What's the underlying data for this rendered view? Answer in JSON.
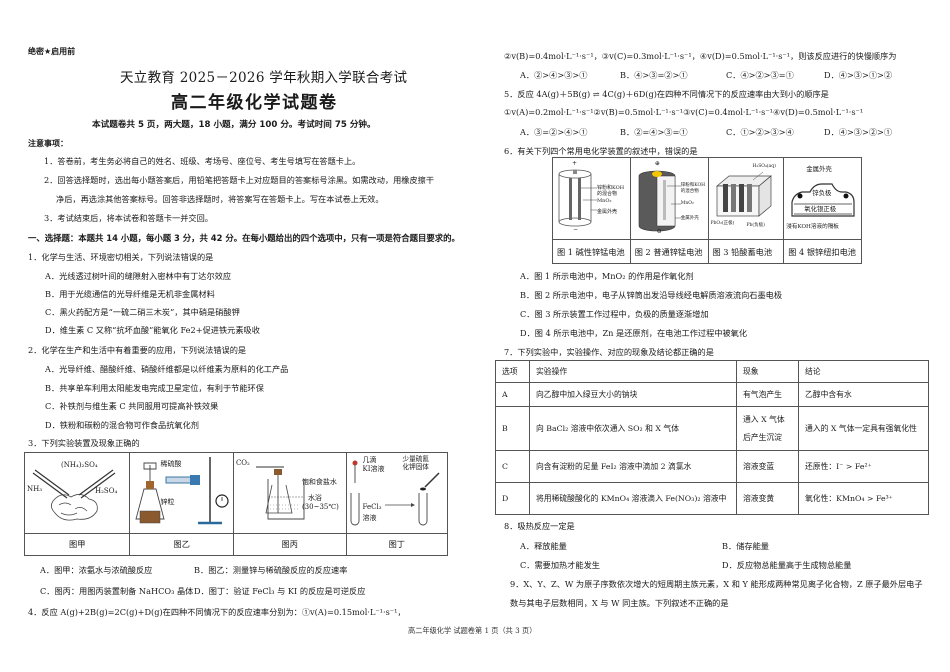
{
  "header": {
    "secret_mark": "绝密★启用前",
    "exam_title": "天立教育 2025－2026 学年秋期入学联合考试",
    "subject_title": "高二年级化学试题卷",
    "info": "本试题卷共 5 页，两大题，18 小题，满分 100 分。考试时间 75 分钟。"
  },
  "notice": {
    "heading": "注意事项：",
    "items": [
      "1．答卷前，考生务必将自己的姓名、班级、考场号、座位号、考生号填写在答题卡上。",
      "2．回答选择题时，选出每小题答案后，用铅笔把答题卡上对应题目的答案标号涂黑。如需改动，用橡皮擦干",
      "净后，再选涂其他答案标号。回答非选择题时，将答案写在答题卡上。写在本试卷上无效。",
      "3．考试结束后，将本试卷和答题卡一并交回。"
    ]
  },
  "section1": {
    "heading": "一、选择题：本题共 14 小题，每小题 3 分，共 42 分。在每小题给出的四个选项中，只有一项是符合题目要求的。"
  },
  "q1": {
    "stem": "1．化学与生活、环境密切相关，下列说法错误的是",
    "options": [
      "A．光线透过树叶间的缝隙射入密林中有丁达尔效应",
      "B．用于光缆通信的光导纤维是无机非金属材料",
      "C．黑火药配方是“一硫二硝三木炭”，其中硝是硝酸钾",
      "D．维生素 C 又称“抗坏血酸”能氧化 Fe2+促进铁元素吸收"
    ]
  },
  "q2": {
    "stem": "2．化学在生产和生活中有着重要的应用，下列说法错误的是",
    "options": [
      "A．光导纤维、醋酸纤维、硝酸纤维都是以纤维素为原料的化工产品",
      "B．共享单车利用太阳能发电完成卫星定位，有利于节能环保",
      "C．补铁剂与维生素 C 共同服用可提高补铁效果",
      "D．铁粉和碳粉的混合物可作食品抗氧化剂"
    ]
  },
  "q3": {
    "stem": "3．下列实验装置及现象正确的",
    "figures": [
      {
        "caption": "图甲",
        "labels": [
          "(NH₄)₂SO₄",
          "NH₃",
          "H₂SO₄"
        ]
      },
      {
        "caption": "图乙",
        "labels": [
          "稀硫酸",
          "锌粒"
        ]
      },
      {
        "caption": "图丙",
        "labels": [
          "CO₂",
          "饱和食盐水",
          "水浴",
          "(30~35℃)"
        ]
      },
      {
        "caption": "图丁",
        "labels": [
          "几滴",
          "KI溶液",
          "少量硫氰",
          "化钾固体",
          "FeCl₃",
          "溶液"
        ]
      }
    ],
    "options": [
      "A．图甲：浓氨水与浓硫酸反应",
      "B．图乙：测量锌与稀硫酸反应的反应速率",
      "C．图丙：用图丙装置制备 NaHCO₃ 晶体",
      "D．图丁：验证 FeCl₃ 与 KI 的反应是可逆反应"
    ]
  },
  "q4": {
    "stem_line1": "4．反应 A(g)+2B(g)=2C(g)+D(g)在四种不同情况下的反应速率分别为：①v(A)=0.15mol·L⁻¹·s⁻¹，",
    "stem_line2": "②v(B)=0.4mol·L⁻¹·s⁻¹，③v(C)=0.3mol·L⁻¹·s⁻¹，④v(D)=0.5mol·L⁻¹·s⁻¹，则该反应进行的快慢顺序为",
    "options": [
      "A．②>④>③>①",
      "B．④>③=②>①",
      "C．④>②>③=①",
      "D．④>③>①>②"
    ]
  },
  "q5": {
    "stem": "5．反应 4A(g)＋5B(g) ⇌ 4C(g)＋6D(g)在四种不同情况下的反应速率由大到小的顺序是",
    "rates": "①v(A)=0.2mol·L⁻¹·s⁻¹②v(B)=0.5mol·L⁻¹·s⁻¹③v(C)=0.4mol·L⁻¹·s⁻¹④v(D)=0.5mol·L⁻¹·s⁻¹",
    "options": [
      "A．③=②>④>①",
      "B．②=④>③=①",
      "C．①>②>③>④",
      "D．④>③>②>①"
    ]
  },
  "q6": {
    "stem": "6．有关下列四个常用电化学装置的叙述中，错误的是",
    "figures": [
      {
        "caption": "图 1 碱性锌锰电池",
        "labels": [
          "+",
          "锌粉和KOH",
          "的混合物",
          "MnO₂",
          "金属外壳",
          "−"
        ]
      },
      {
        "caption": "图 2 普通锌锰电池",
        "labels": [
          "⊕",
          "锌粉和KOH",
          "的混合物",
          "MnO₂",
          "金属外壳",
          "⊖"
        ]
      },
      {
        "caption": "图 3 铅酸蓄电池",
        "labels": [
          "H₂SO₄(aq)",
          "PbO₂(正极)",
          "Pb(负极)"
        ]
      },
      {
        "caption": "图 4 银锌纽扣电池",
        "labels": [
          "金属外壳",
          "锌负极",
          "氧化银正极",
          "浸有KOH溶液的隔板"
        ]
      }
    ],
    "options": [
      "A．图 1 所示电池中，MnO₂ 的作用是作氧化剂",
      "B．图 2 所示电池中，电子从锌筒出发沿导线经电解质溶液流向石墨电极",
      "C．图 3 所示装置工作过程中，负极的质量逐渐增加",
      "D．图 4 所示电池中，Zn 是还原剂，在电池工作过程中被氧化"
    ]
  },
  "q7": {
    "stem": "7．下列实验中，实验操作、对应的现象及结论都正确的是",
    "headers": [
      "选项",
      "实验操作",
      "现象",
      "结论"
    ],
    "rows": [
      [
        "A",
        "向乙醇中加入绿豆大小的钠块",
        "有气泡产生",
        "乙醇中含有水"
      ],
      [
        "B",
        "向 BaCl₂ 溶液中依次通入 SO₂ 和 X 气体",
        "通入 X 气体后产生沉淀",
        "通入的 X 气体一定具有强氧化性"
      ],
      [
        "C",
        "向含有淀粉的足量 FeI₂ 溶液中滴加 2 滴氯水",
        "溶液变蓝",
        "还原性：I⁻ > Fe²⁺"
      ],
      [
        "D",
        "将用稀硫酸酸化的 KMnO₄ 溶液滴入 Fe(NO₃)₂ 溶液中",
        "溶液变黄",
        "氧化性：KMnO₄ > Fe³⁺"
      ]
    ]
  },
  "q8": {
    "stem": "8．吸热反应一定是",
    "options": [
      "A．释放能量",
      "B．储存能量",
      "C．需要加热才能发生",
      "D．反应物总能量高于生成物总能量"
    ]
  },
  "q9": {
    "stem_line1": "9．X、Y、Z、W 为原子序数依次增大的短周期主族元素，X 和 Y 能形成两种常见离子化合物，Z 原子最外层电子",
    "stem_line2": "数与其电子层数相同，X 与 W 同主族。下列叙述不正确的是"
  },
  "footer": {
    "text": "高二年级化学 试题卷第 1 页（共 3 页）"
  }
}
